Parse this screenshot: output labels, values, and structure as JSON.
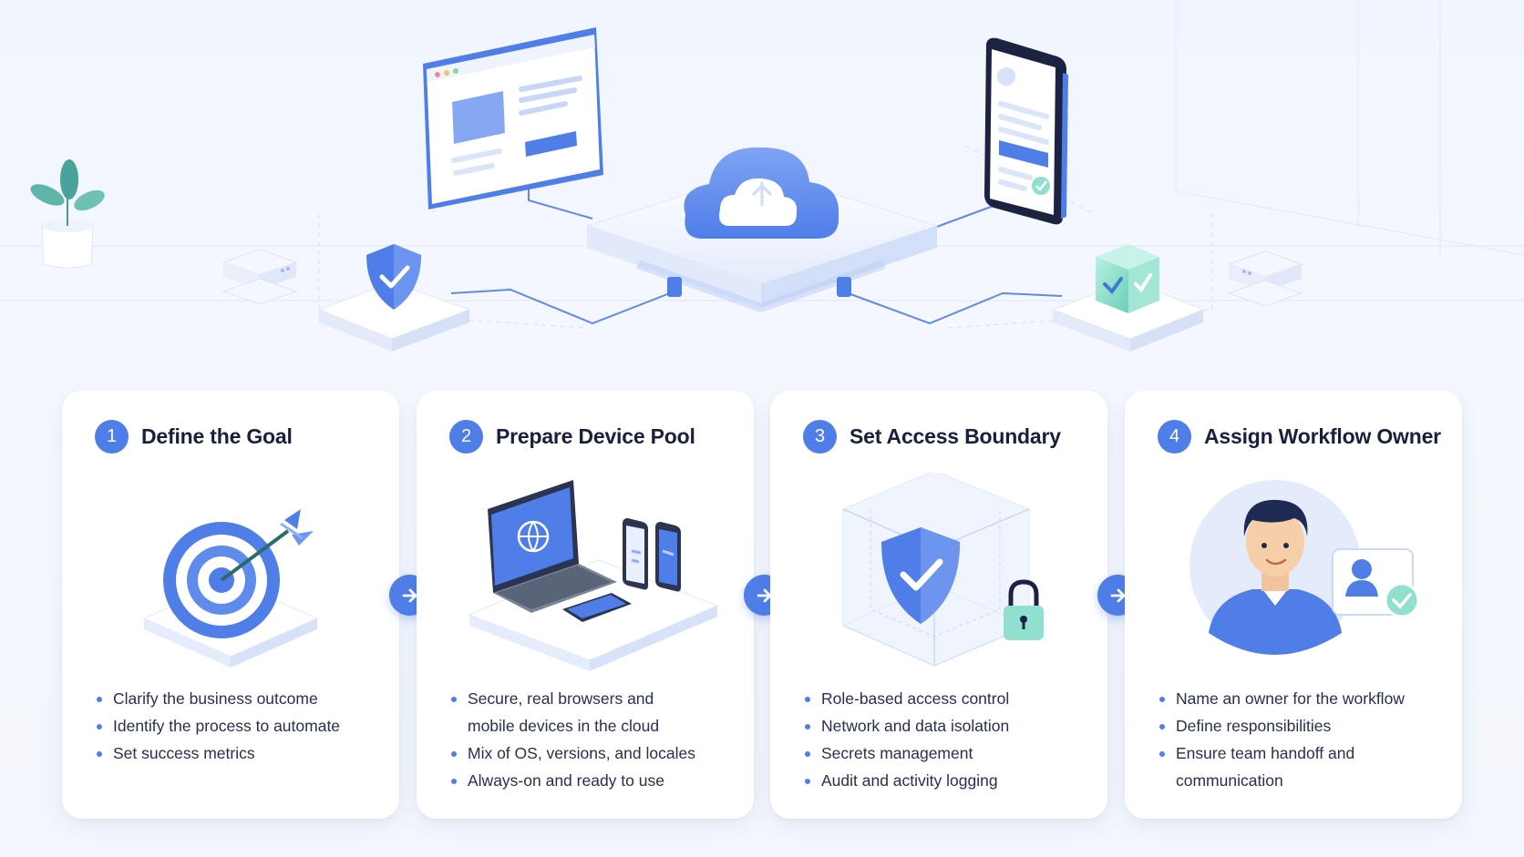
{
  "steps": [
    {
      "number": "1",
      "title": "Define the Goal",
      "illustration": "target-dart-icon",
      "bullets": [
        "Clarify the business outcome",
        "Identify the process to automate",
        "Set success metrics"
      ]
    },
    {
      "number": "2",
      "title": "Prepare Device Pool",
      "illustration": "laptop-phones-icon",
      "bullets": [
        "Secure, real browsers and",
        "mobile devices in the cloud",
        "Mix of OS, versions, and locales",
        "Always-on and ready to use"
      ]
    },
    {
      "number": "3",
      "title": "Set Access Boundary",
      "illustration": "shield-cube-lock-icon",
      "bullets": [
        "Role-based access control",
        "Network and data isolation",
        "Secrets management",
        "Audit and activity logging"
      ]
    },
    {
      "number": "4",
      "title": "Assign Workflow Owner",
      "illustration": "owner-avatar-icon",
      "bullets": [
        "Name an owner for the workflow",
        "Define responsibilities",
        "Ensure team handoff and",
        "communication"
      ]
    }
  ],
  "colors": {
    "accent": "#4f7ee8",
    "accent_light": "#8fb0f5",
    "mint": "#8fe0cc",
    "background": "#f3f6fc"
  },
  "hero_icons": [
    "browser-window-icon",
    "cloud-icon",
    "phone-icon",
    "shield-check-icon",
    "check-cube-icon",
    "server-stack-icon",
    "plant-icon"
  ]
}
